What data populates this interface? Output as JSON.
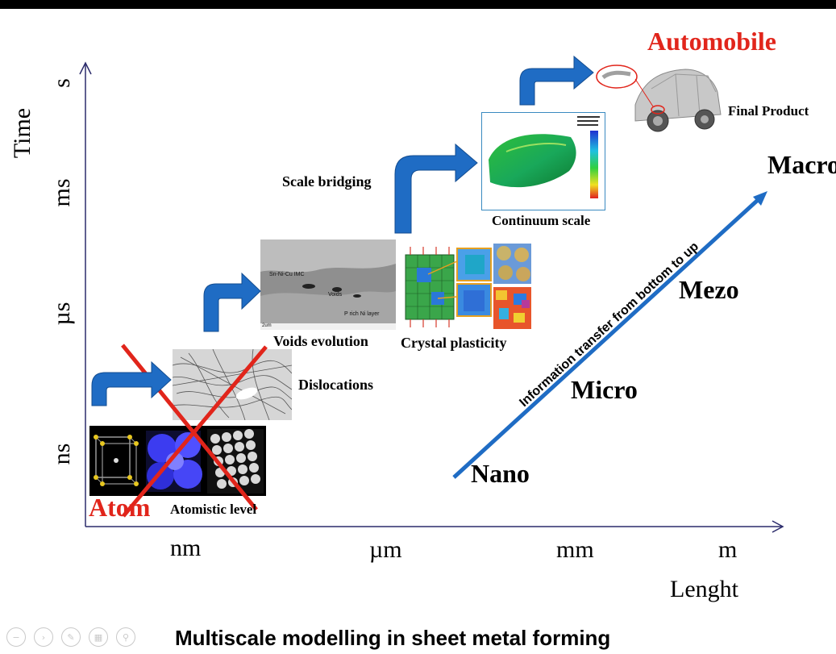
{
  "title": "Multiscale modelling in sheet metal forming",
  "axes": {
    "y_title": "Time",
    "y_ticks": [
      "ns",
      "µs",
      "ms",
      "s"
    ],
    "x_ticks": [
      "nm",
      "µm",
      "mm",
      "m"
    ],
    "x_title": "Lenght"
  },
  "levels": {
    "atom": "Atom",
    "atomistic": "Atomistic level",
    "dislocations": "Dislocations",
    "voids": "Voids evolution",
    "crystal": "Crystal plasticity",
    "bridging": "Scale bridging",
    "continuum": "Continuum scale",
    "automobile": "Automobile",
    "final": "Final Product"
  },
  "scales": {
    "nano": "Nano",
    "micro": "Micro",
    "mezo": "Mezo",
    "macro": "Macro"
  },
  "arrow_text": "Information transfer from bottom to up",
  "sem_labels": {
    "imc": "Sn-Ni-Cu IMC",
    "voids": "Voids",
    "layer": "P rich Ni layer",
    "scale": "2um"
  },
  "colors": {
    "accent_red": "#e1251b",
    "arrow_blue": "#1f6cc4",
    "axis": "#2b2b6b"
  },
  "icons": [
    "zoom-out-icon",
    "next-icon",
    "edit-icon",
    "copy-icon",
    "search-icon"
  ]
}
